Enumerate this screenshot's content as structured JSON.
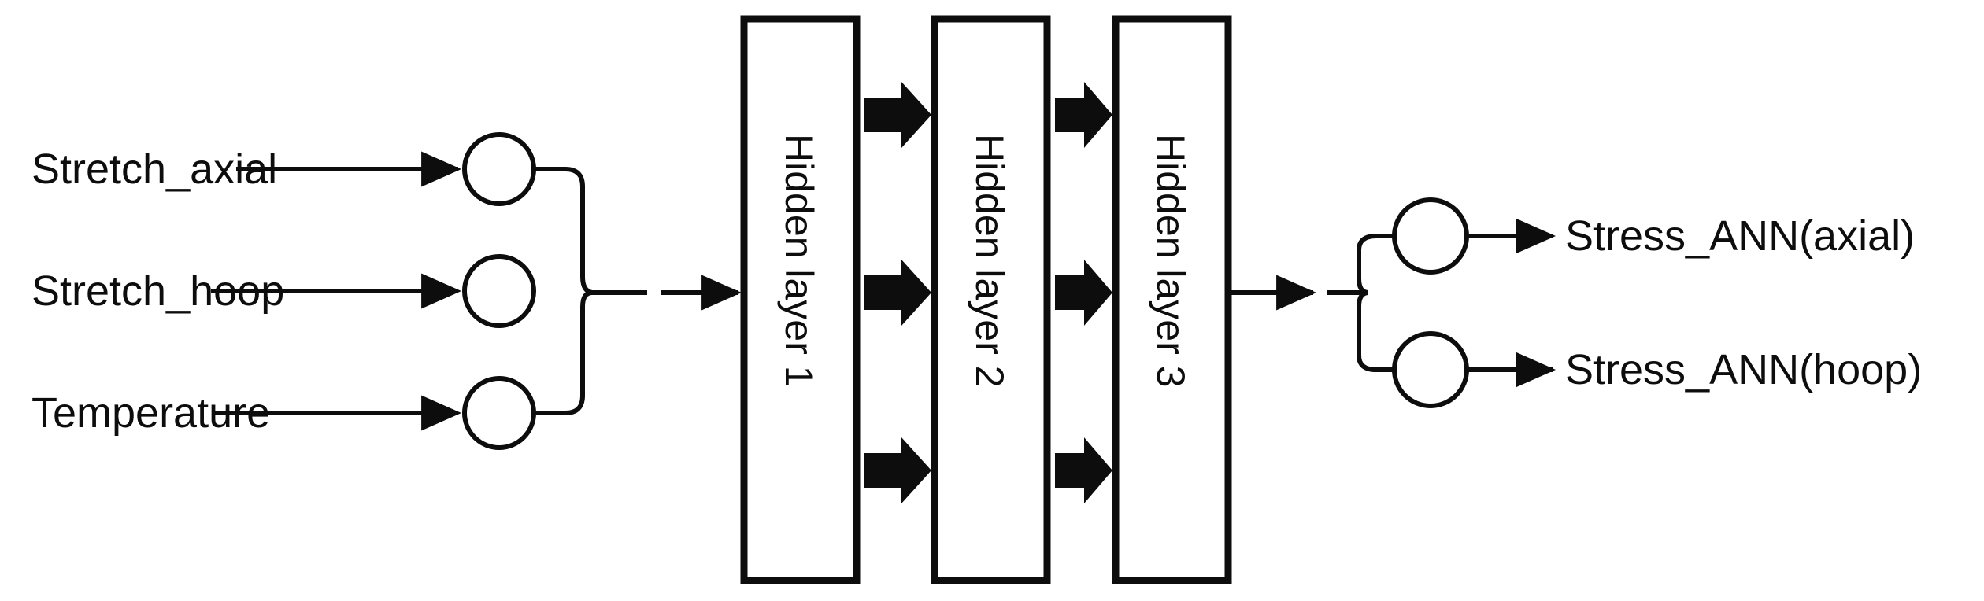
{
  "diagram": {
    "type": "artificial-neural-network-architecture",
    "background_color": "#ffffff",
    "stroke_color": "#0d0d0d",
    "inputs": {
      "count": 3,
      "nodes": [
        {
          "label": "Stretch_axial"
        },
        {
          "label": "Stretch_hoop"
        },
        {
          "label": "Temperature"
        }
      ]
    },
    "hidden_layers": {
      "count": 3,
      "boxes": [
        {
          "label": "Hidden layer 1"
        },
        {
          "label": "Hidden layer 2"
        },
        {
          "label": "Hidden layer 3"
        }
      ]
    },
    "outputs": {
      "count": 2,
      "nodes": [
        {
          "label": "Stress_ANN(axial)"
        },
        {
          "label": "Stress_ANN(hoop)"
        }
      ]
    },
    "connectors": {
      "input_arrow_style": "thin-line-with-solid-triangle-head",
      "interlayer_arrow_style": "thick-block-arrow",
      "block_arrows_between_layers": 6,
      "input_merge_style": "curly-brace-merge",
      "output_split_style": "curly-brace-split"
    }
  }
}
